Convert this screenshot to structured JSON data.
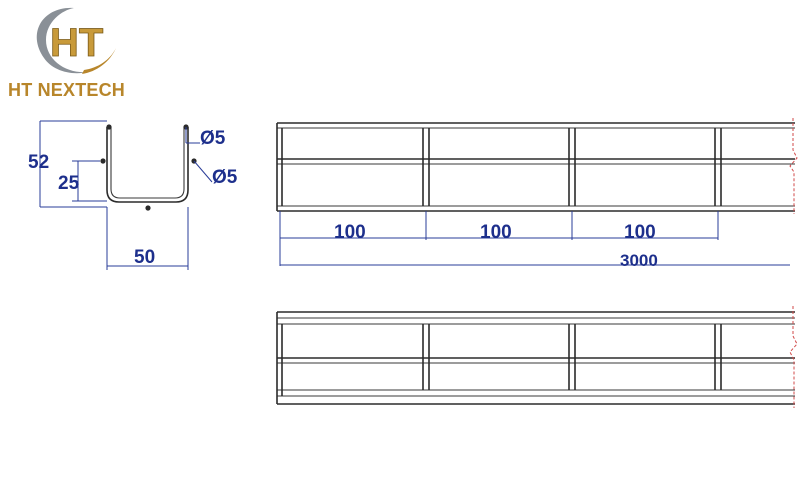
{
  "brand": {
    "monogram": "HT",
    "name": "HT NEXTECH",
    "gold_color": "#b8862b",
    "silver_color": "#7d858c"
  },
  "colors": {
    "dimension": "#1d2f8c",
    "wire": "#2b2b2b",
    "break_line": "#d14a4a"
  },
  "section_view": {
    "height_label": "52",
    "inner_height_label": "25",
    "width_label": "50",
    "wire_dia_top_label": "Ø5",
    "wire_dia_side_label": "Ø5"
  },
  "plan_view": {
    "spacing_labels": [
      "100",
      "100",
      "100"
    ],
    "total_length_label": "3000"
  }
}
